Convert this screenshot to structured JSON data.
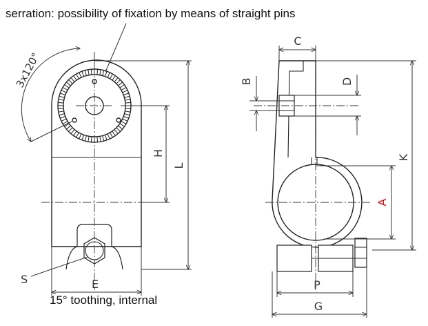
{
  "captions": {
    "top": "serration: possibility of fixation by means of straight pins",
    "bottom": "15° toothing, internal"
  },
  "labels": {
    "angle": "3x120°",
    "H": "H",
    "L": "L",
    "S": "S",
    "E": "E",
    "C": "C",
    "B": "B",
    "D": "D",
    "K": "K",
    "A": "A",
    "P": "P",
    "G": "G"
  },
  "colors": {
    "line": "#222222",
    "dim": "#333333",
    "highlight_label": "#d01010",
    "body_fill": "#ffffff"
  }
}
